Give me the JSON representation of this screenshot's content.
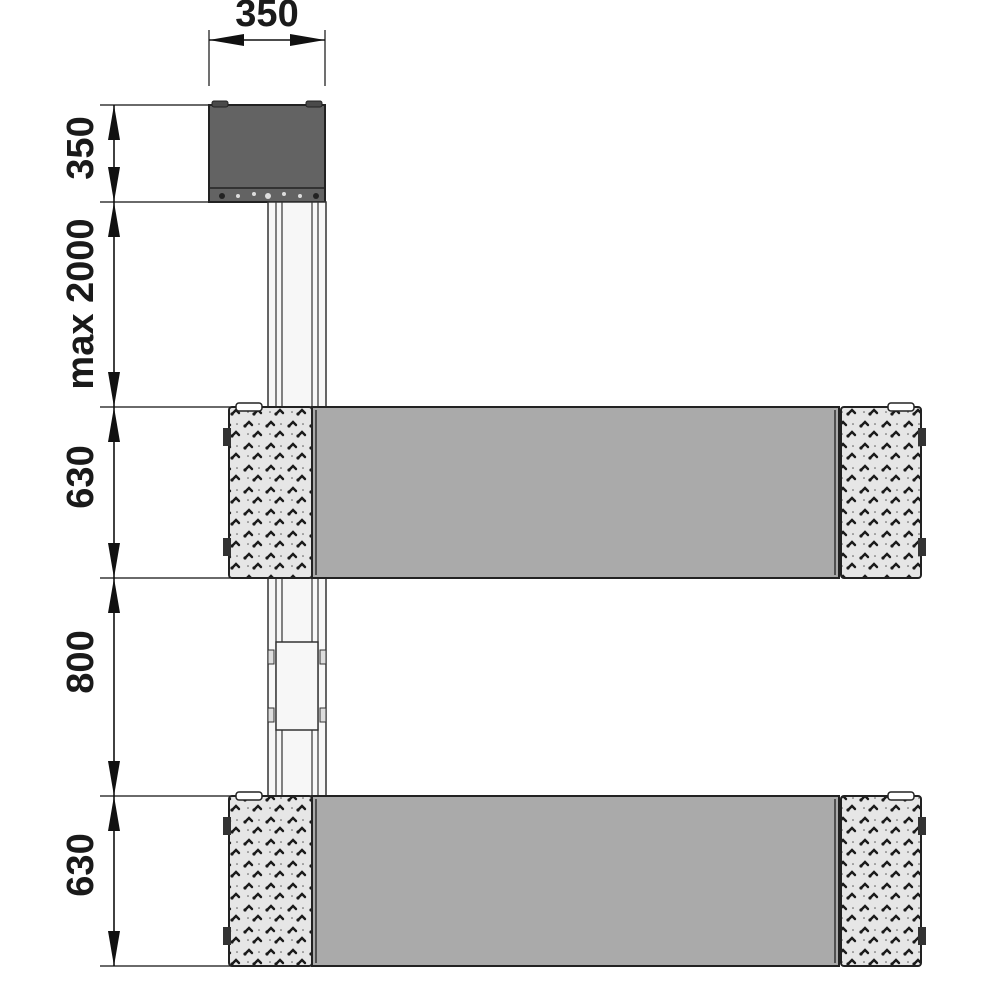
{
  "dimensions": {
    "top_width": "350",
    "box_height": "350",
    "column_height": "max 2000",
    "platform_1_width": "630",
    "gap": "800",
    "platform_2_width": "630"
  },
  "colors": {
    "box_fill": "#636363",
    "platform_fill": "#aaaaaa",
    "tread_fill": "#e6e6e6",
    "column_fill": "#f7f7f7",
    "line": "#111111"
  }
}
